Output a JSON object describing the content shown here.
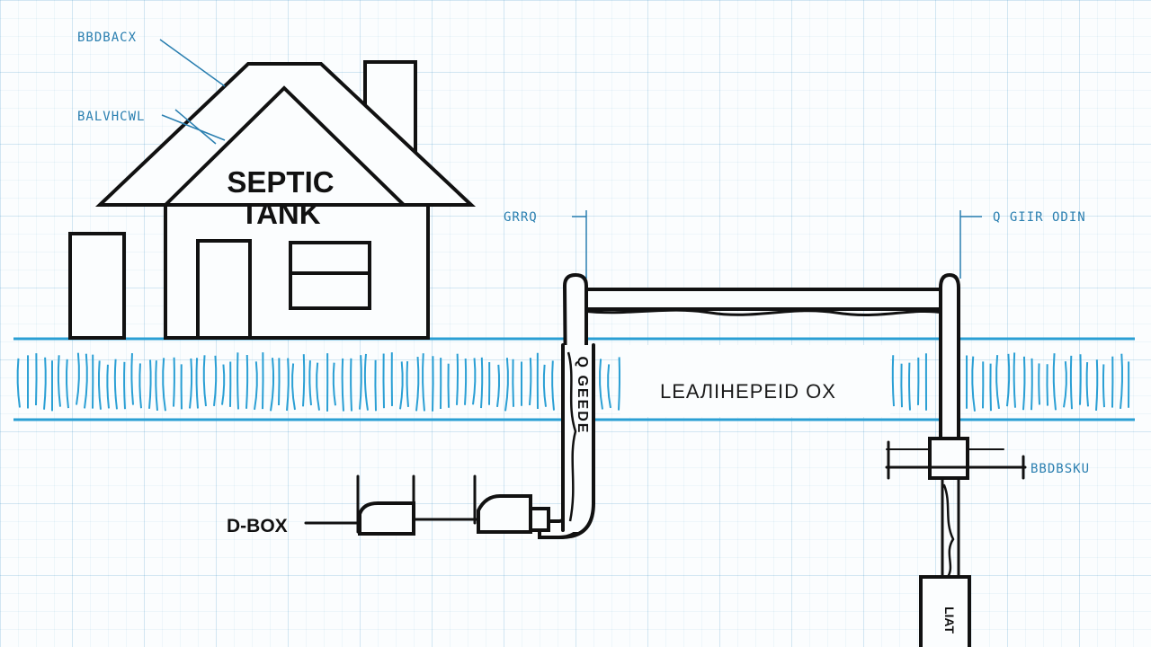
{
  "colors": {
    "ink": "#111111",
    "blue": "#2a9fd4",
    "annotation": "#2a7fb0",
    "grid": "#c9e2f1"
  },
  "house": {
    "label_line1": "SEPTIC",
    "label_line2": "TANK"
  },
  "labels": {
    "backflow": "BBDBACX",
    "valve": "BALVHCWL",
    "grade_left": "GRRQ",
    "grade_right": "Q GIIR ODIN",
    "leach_field": "LEAЛIHEPEID OX",
    "pipe_vertical": "Q GEEDE",
    "dbox": "D-BOX",
    "cleanout": "BBDBSKU",
    "tank_bottom": "LIAT"
  }
}
